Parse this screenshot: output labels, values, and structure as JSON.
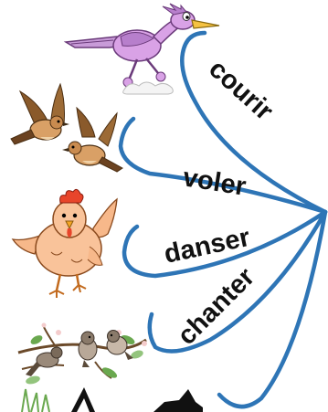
{
  "labels": {
    "courir": "courir",
    "voler": "voler",
    "danser": "danser",
    "chanter": "chanter"
  },
  "colors": {
    "line": "#2e75b6",
    "text": "#111111",
    "background": "#ffffff"
  },
  "icons": [
    "roadrunner-icon",
    "sparrows-icon",
    "hen-icon",
    "birds-on-branch-icon"
  ]
}
